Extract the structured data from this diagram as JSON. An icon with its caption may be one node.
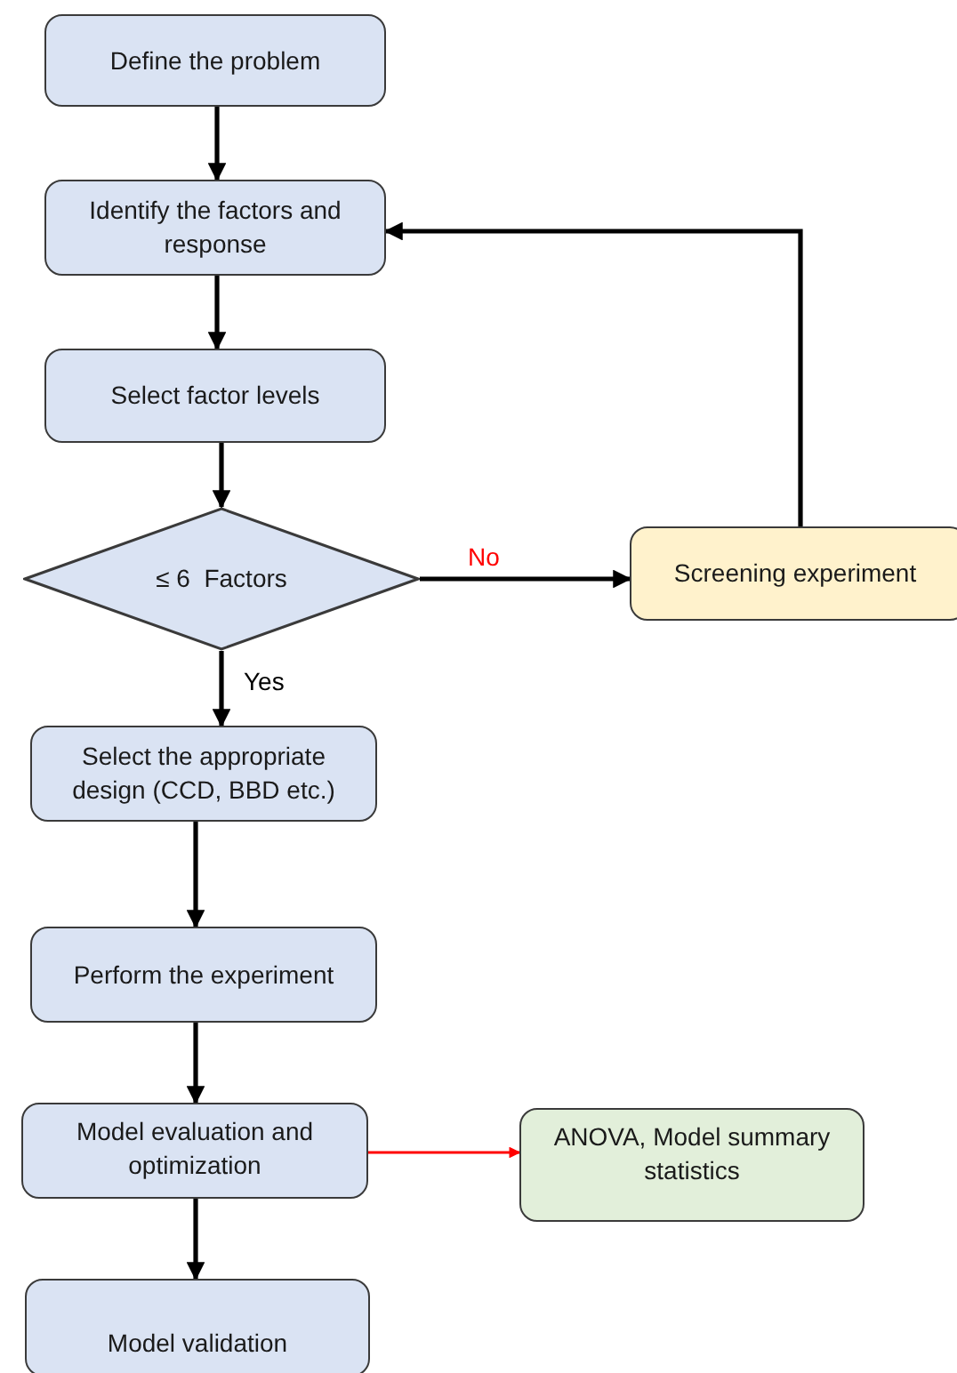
{
  "diagram": {
    "nodes": [
      {
        "text": [
          "Define the problem"
        ]
      },
      {
        "text": [
          "Identify the factors and response"
        ]
      },
      {
        "text": [
          "Select factor levels"
        ]
      },
      {
        "text": [
          "≤ 6  Factors"
        ]
      },
      {
        "text": [
          "Screening experiment"
        ]
      },
      {
        "text": [
          "Select the appropriate design (CCD, BBD etc.)"
        ]
      },
      {
        "text": [
          "Perform the experiment"
        ]
      },
      {
        "text": [
          "Model evaluation and optimization"
        ]
      },
      {
        "text": [
          "ANOVA, Model summary statistics"
        ]
      },
      {
        "text": [
          "Model validation"
        ]
      }
    ],
    "edges": [
      {
        "from": 0,
        "to": 1,
        "arrow": "to"
      },
      {
        "from": 1,
        "to": 2,
        "arrow": "to"
      },
      {
        "from": 2,
        "to": 3,
        "arrow": "to"
      },
      {
        "from": 3,
        "to": 4,
        "arrow": "to",
        "label": "No"
      },
      {
        "from": 4,
        "to": 1,
        "arrow": "to"
      },
      {
        "from": 3,
        "to": 5,
        "arrow": "to",
        "label": "Yes"
      },
      {
        "from": 5,
        "to": 6,
        "arrow": "to"
      },
      {
        "from": 6,
        "to": 7,
        "arrow": "to"
      },
      {
        "from": 7,
        "to": 8,
        "arrow": "to",
        "color": "#ff0000"
      },
      {
        "from": 7,
        "to": 9,
        "arrow": "to"
      }
    ]
  }
}
